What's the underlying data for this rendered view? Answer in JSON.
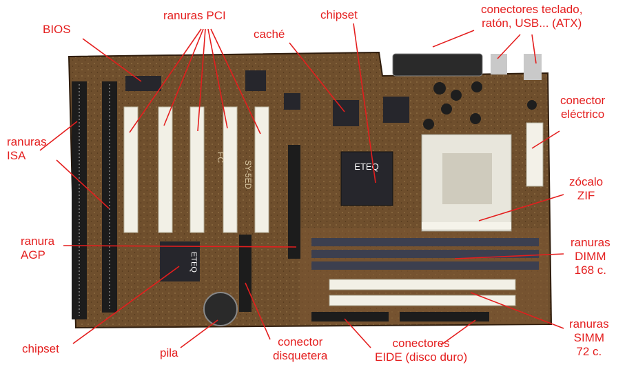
{
  "colors": {
    "annotation": "#e41e1e",
    "board": "#6a4a2a",
    "board_dark": "#3a2614",
    "slot_white": "#f2f0e6",
    "slot_black": "#1c1c1c",
    "chip": "#26262c",
    "dimm": "#3c3f4f",
    "socket": "#e8e6dc"
  },
  "chip_text": {
    "main_chip": "ETEQ",
    "secondary_chip": "ETEQ",
    "silkscreen_fc": "FC",
    "silkscreen_model": "SY-5ED"
  },
  "labels": {
    "bios": "BIOS",
    "pci": "ranuras PCI",
    "cache": "caché",
    "chipset_top": "chipset",
    "atx": [
      "conectores teclado,",
      "ratón, USB... (ATX)"
    ],
    "power": [
      "conector",
      "eléctrico"
    ],
    "isa": [
      "ranuras",
      "ISA"
    ],
    "zif": [
      "zócalo",
      "ZIF"
    ],
    "agp": [
      "ranura",
      "AGP"
    ],
    "dimm": [
      "ranuras",
      "DIMM",
      "168 c."
    ],
    "simm": [
      "ranuras",
      "SIMM",
      "72 c."
    ],
    "chipset_bottom": "chipset",
    "battery": "pila",
    "floppy": [
      "conector",
      "disquetera"
    ],
    "eide": [
      "conectores",
      "EIDE (disco duro)"
    ]
  }
}
